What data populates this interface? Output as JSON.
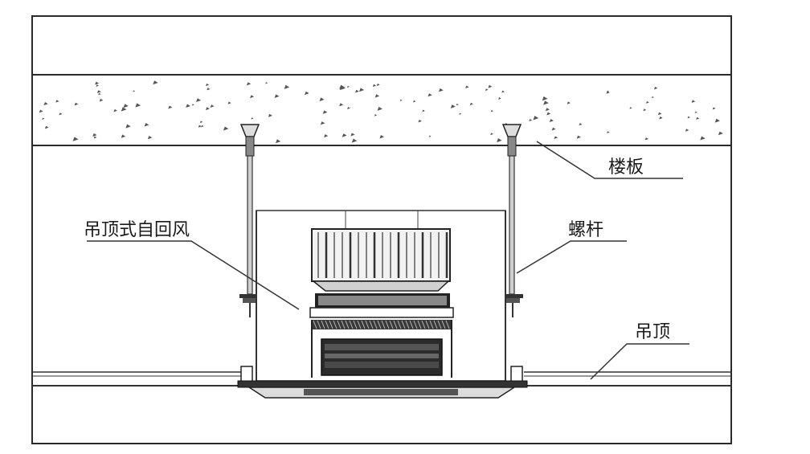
{
  "labels": {
    "floor_slab": "楼板",
    "ceiling_unit": "吊顶式自回风",
    "threaded_rod": "螺杆",
    "suspended_ceiling": "吊顶"
  }
}
